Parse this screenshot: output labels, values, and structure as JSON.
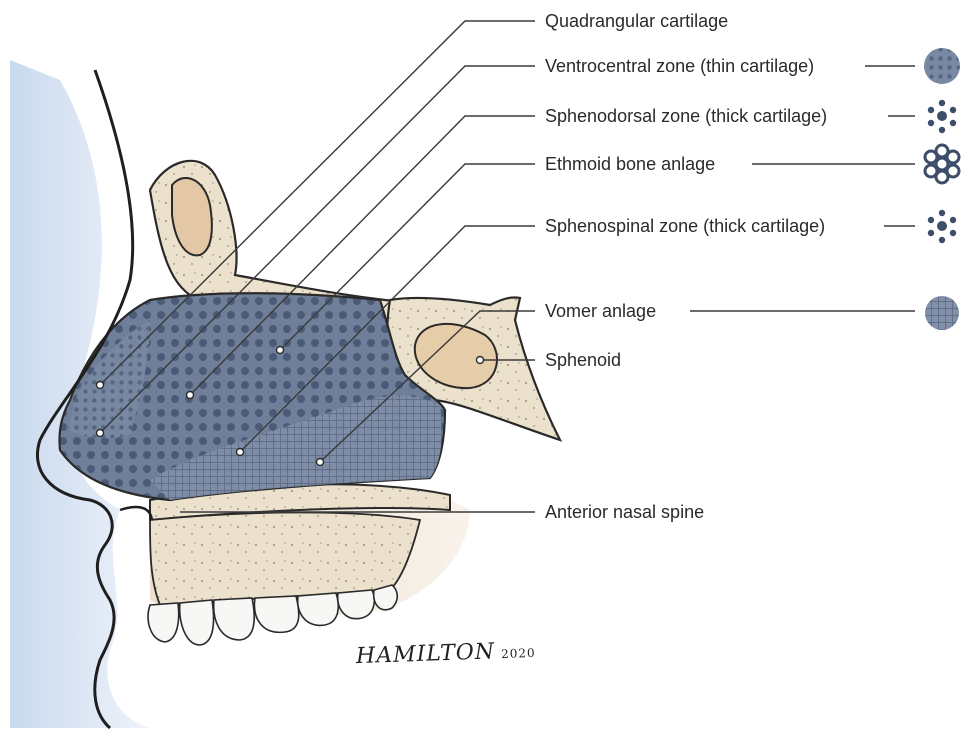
{
  "labels": {
    "quadrangular": "Quadrangular cartilage",
    "ventrocentral": "Ventrocentral zone (thin cartilage)",
    "sphenodorsal": "Sphenodorsal zone (thick cartilage)",
    "ethmoid": "Ethmoid bone anlage",
    "sphenospinal": "Sphenospinal zone (thick cartilage)",
    "vomer": "Vomer anlage",
    "sphenoid": "Sphenoid",
    "anterior_spine": "Anterior nasal spine"
  },
  "legend_icons": [
    "fine-crosshatch-icon",
    "thick-dot-cluster-icon",
    "honeycomb-icon",
    "thick-dot-cluster-icon",
    "grid-icon"
  ],
  "signature": {
    "name": "HAMILTON",
    "year": "2020"
  },
  "colors": {
    "cartilage": "#6f7f99",
    "bone": "#e8dcc6",
    "skin": "#d6e3f1",
    "line": "#2a2a2a"
  }
}
